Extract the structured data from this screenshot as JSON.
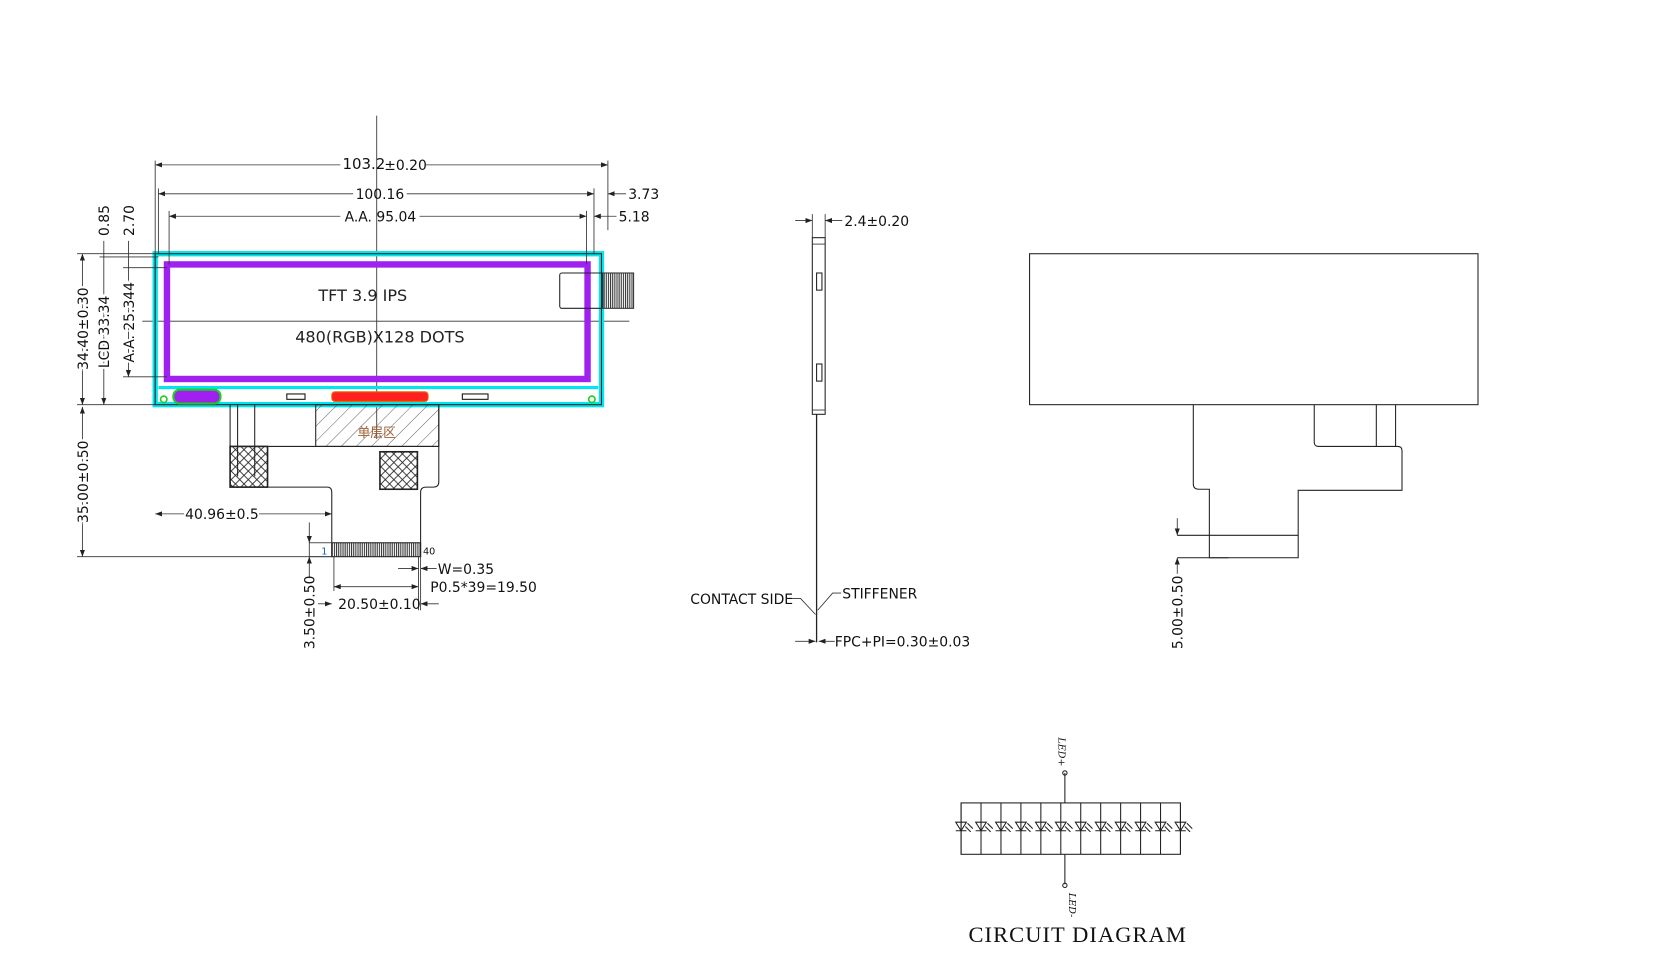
{
  "front_view": {
    "overall_width": "103.2",
    "overall_width_tol": "±0.20",
    "lcd_width": "100.16",
    "aa_width": "A.A.  95.04",
    "right_offset_1": "3.73",
    "right_offset_2": "5.18",
    "top_offset_1": "0.85",
    "top_offset_2": "2.70",
    "overall_height": "34.40±0.30",
    "lcd_height": "LCD  33.34",
    "aa_height": "A.A.  25.344",
    "fpc_length": "35.00±0.50",
    "fpc_offset": "40.96±0.5",
    "finger_length": "3.50±0.50",
    "pin_width": "W=0.35",
    "pin_pitch": "P0.5*39=19.50",
    "finger_width": "20.50±0.10",
    "pin_first": "1",
    "pin_last": "40",
    "display_line1": "TFT  3.9  IPS",
    "display_line2": "480(RGB)X128  DOTS",
    "single_layer_label": "单层区",
    "colors": {
      "frame": "#00e5ee",
      "active_area": "#a020f0",
      "ic": "#ff2020",
      "pad": "#22cc22"
    }
  },
  "side_view": {
    "thickness": "2.4±0.20",
    "contact_side": "CONTACT  SIDE",
    "stiffener": "STIFFENER",
    "fpc_thickness": "FPC+PI=0.30±0.03"
  },
  "back_view": {
    "stiffener_length": "5.00±0.50"
  },
  "circuit": {
    "title": "CIRCUIT  DIAGRAM",
    "anode": "LED+",
    "cathode": "LED-",
    "led_count": 12
  }
}
